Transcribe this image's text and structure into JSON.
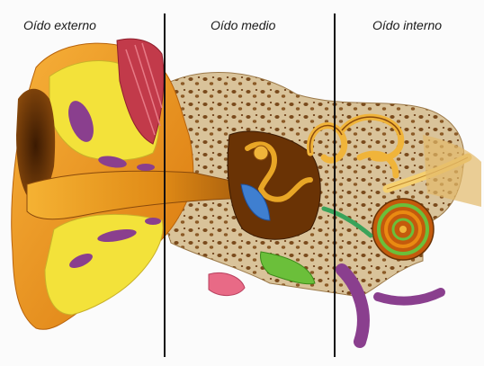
{
  "labels": {
    "outer_ear": "Oído externo",
    "middle_ear": "Oído medio",
    "inner_ear": "Oído interno"
  },
  "colors": {
    "skin_orange": "#e98a12",
    "cartilage_yellow": "#f3e23a",
    "bone_tan": "#cdb184",
    "bone_pore": "#7a4a1c",
    "muscle_red": "#c23a4a",
    "vessel_purple": "#8a3f8e",
    "eardrum_blue": "#3f7fd0",
    "cochlea_green": "#6bbf3a",
    "canal_dark": "#6a3305",
    "divider": "#111111"
  }
}
